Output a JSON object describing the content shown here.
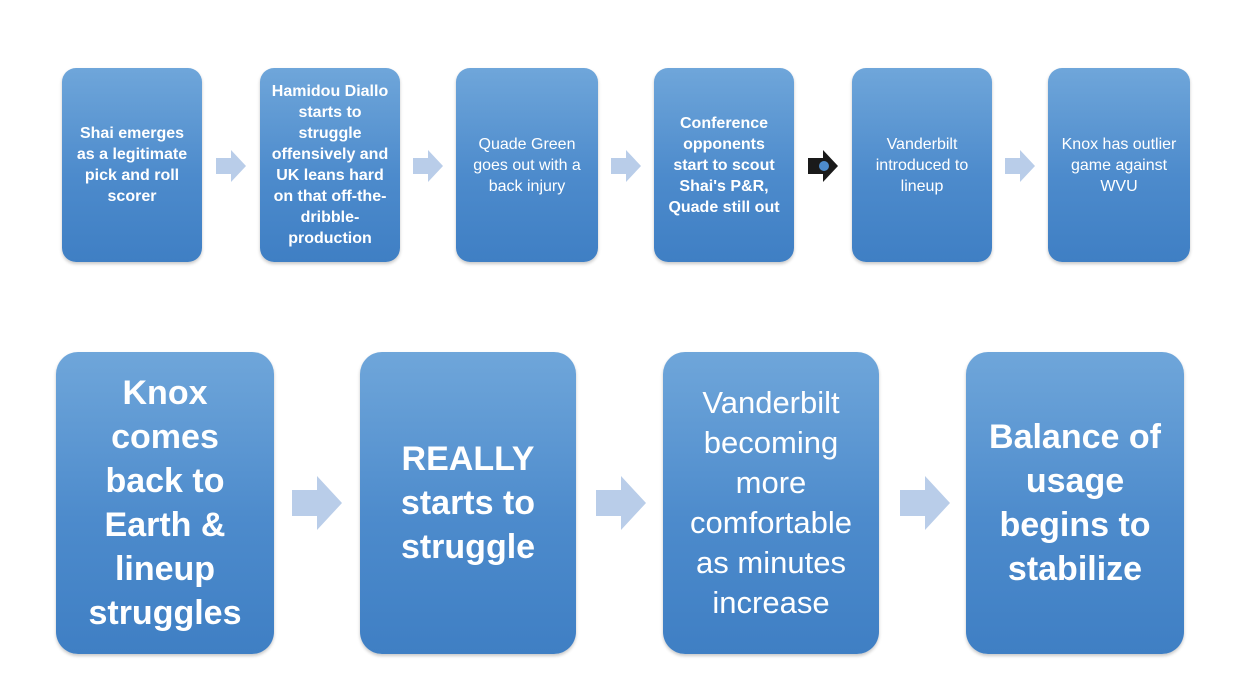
{
  "row1": [
    "Shai emerges as a legitimate pick and roll scorer",
    "Hamidou Diallo starts to struggle offensively and UK leans hard on that off-the-dribble-production",
    "Quade Green goes out with a back injury",
    "Conference opponents start to scout Shai's P&R, Quade still out",
    "Vanderbilt introduced to lineup",
    "Knox has outlier game against WVU"
  ],
  "row2": [
    "Knox comes back to Earth & lineup struggles",
    "REALLY starts to struggle",
    "Vanderbilt becoming more comfortable as minutes increase",
    "Balance of usage begins to stabilize"
  ],
  "colors": {
    "box_top": "#6fa6da",
    "box_bottom": "#3f7fc4",
    "arrow": "#b9cde9",
    "arrow_dark": "#1a1a1a",
    "text": "#ffffff"
  }
}
